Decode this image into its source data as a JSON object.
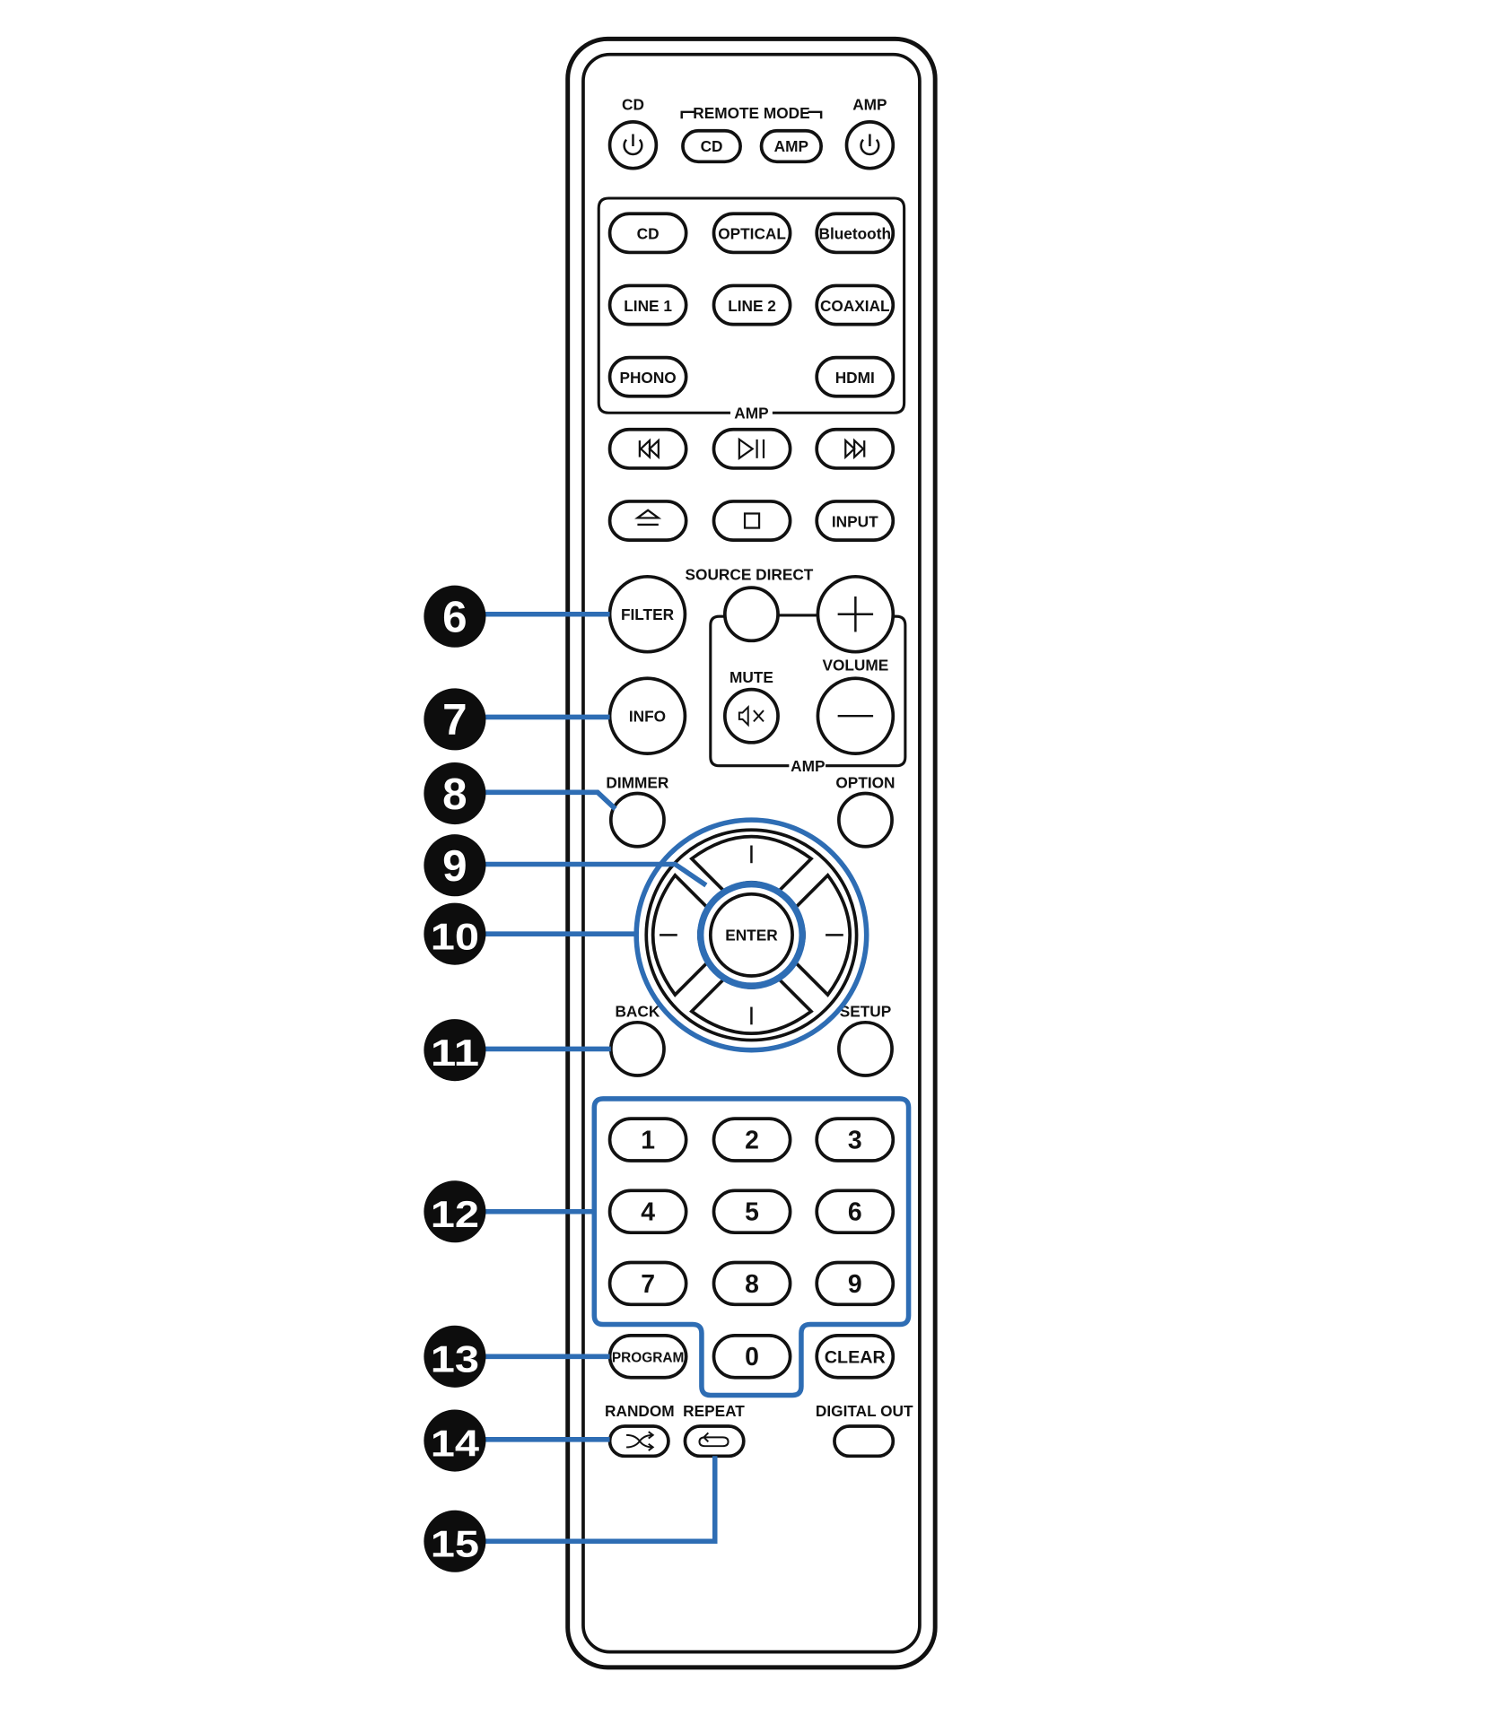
{
  "top_labels": {
    "cd_power": "CD",
    "remote_mode": "REMOTE MODE",
    "amp_power": "AMP"
  },
  "remote_mode_buttons": {
    "cd": "CD",
    "amp": "AMP"
  },
  "source_buttons": {
    "cd": "CD",
    "optical": "OPTICAL",
    "bluetooth": "Bluetooth",
    "line1": "LINE 1",
    "line2": "LINE 2",
    "coaxial": "COAXIAL",
    "phono": "PHONO",
    "hdmi": "HDMI",
    "group_label": "AMP"
  },
  "transport": {
    "input": "INPUT"
  },
  "controls": {
    "filter": "FILTER",
    "source_direct": "SOURCE DIRECT",
    "info": "INFO",
    "mute": "MUTE",
    "volume": "VOLUME",
    "amp_group": "AMP",
    "dimmer": "DIMMER",
    "option": "OPTION",
    "enter": "ENTER",
    "back": "BACK",
    "setup": "SETUP"
  },
  "keypad": {
    "k1": "1",
    "k2": "2",
    "k3": "3",
    "k4": "4",
    "k5": "5",
    "k6": "6",
    "k7": "7",
    "k8": "8",
    "k9": "9",
    "k0": "0",
    "program": "PROGRAM",
    "clear": "CLEAR"
  },
  "bottom": {
    "random": "RANDOM",
    "repeat": "REPEAT",
    "digital_out": "DIGITAL OUT"
  },
  "callouts": {
    "c6": "6",
    "c7": "7",
    "c8": "8",
    "c9": "9",
    "c10": "10",
    "c11": "11",
    "c12": "12",
    "c13": "13",
    "c14": "14",
    "c15": "15"
  },
  "colors": {
    "callout": "#2e6db4",
    "outline": "#111111",
    "badge": "#0d0d0d"
  }
}
